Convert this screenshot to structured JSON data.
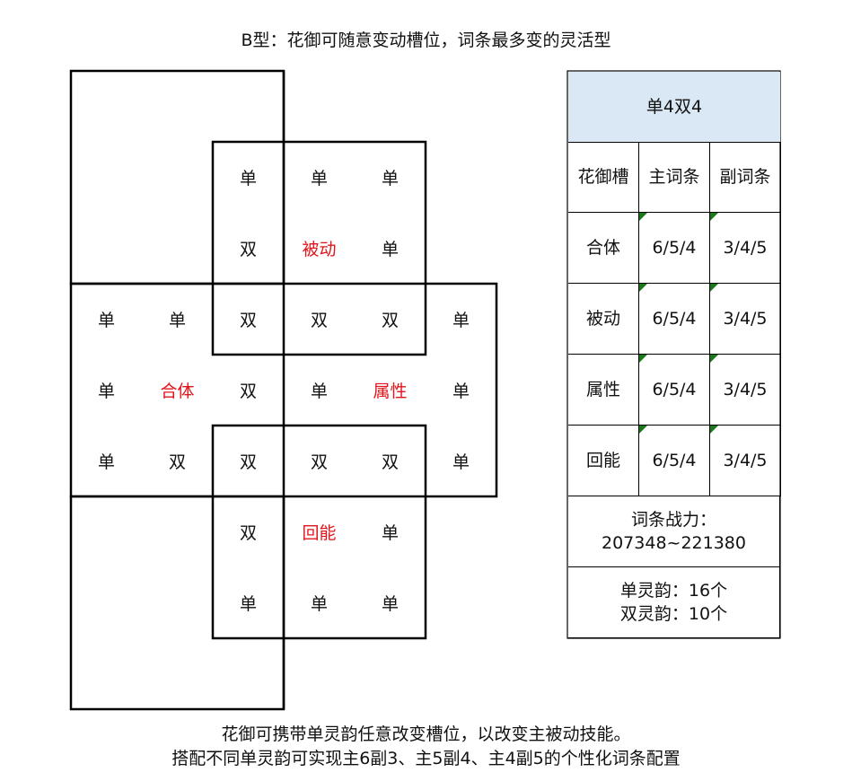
{
  "title": "B型：花御可随意变动槽位，词条最多变的灵活型",
  "grid": [
    {
      "label": "单",
      "col": 2,
      "row": 1
    },
    {
      "label": "单",
      "col": 3,
      "row": 1
    },
    {
      "label": "单",
      "col": 4,
      "row": 1
    },
    {
      "label": "双",
      "col": 2,
      "row": 2
    },
    {
      "label": "被动",
      "col": 3,
      "row": 2,
      "highlight": true
    },
    {
      "label": "单",
      "col": 4,
      "row": 2
    },
    {
      "label": "单",
      "col": 0,
      "row": 3
    },
    {
      "label": "单",
      "col": 1,
      "row": 3
    },
    {
      "label": "双",
      "col": 2,
      "row": 3
    },
    {
      "label": "双",
      "col": 3,
      "row": 3
    },
    {
      "label": "双",
      "col": 4,
      "row": 3
    },
    {
      "label": "单",
      "col": 5,
      "row": 3
    },
    {
      "label": "单",
      "col": 0,
      "row": 4
    },
    {
      "label": "合体",
      "col": 1,
      "row": 4,
      "highlight": true
    },
    {
      "label": "双",
      "col": 2,
      "row": 4
    },
    {
      "label": "单",
      "col": 3,
      "row": 4
    },
    {
      "label": "属性",
      "col": 4,
      "row": 4,
      "highlight": true
    },
    {
      "label": "单",
      "col": 5,
      "row": 4
    },
    {
      "label": "单",
      "col": 0,
      "row": 5
    },
    {
      "label": "双",
      "col": 1,
      "row": 5
    },
    {
      "label": "双",
      "col": 2,
      "row": 5
    },
    {
      "label": "双",
      "col": 3,
      "row": 5
    },
    {
      "label": "双",
      "col": 4,
      "row": 5
    },
    {
      "label": "单",
      "col": 5,
      "row": 5
    },
    {
      "label": "双",
      "col": 2,
      "row": 6
    },
    {
      "label": "回能",
      "col": 3,
      "row": 6,
      "highlight": true
    },
    {
      "label": "单",
      "col": 4,
      "row": 6
    },
    {
      "label": "单",
      "col": 2,
      "row": 7
    },
    {
      "label": "单",
      "col": 3,
      "row": 7
    },
    {
      "label": "单",
      "col": 4,
      "row": 7
    }
  ],
  "table": {
    "header": "单4双4",
    "columns": [
      "花御槽",
      "主词条",
      "副词条"
    ],
    "rows": [
      [
        "合体",
        "6/5/4",
        "3/4/5"
      ],
      [
        "被动",
        "6/5/4",
        "3/4/5"
      ],
      [
        "属性",
        "6/5/4",
        "3/4/5"
      ],
      [
        "回能",
        "6/5/4",
        "3/4/5"
      ]
    ],
    "power_label": "词条战力：",
    "power_value": "207348~221380",
    "single_count": "单灵韵：16个",
    "double_count": "双灵韵：10个"
  },
  "footer": {
    "line1": "花御可携带单灵韵任意改变槽位，以改变主被动技能。",
    "line2": "搭配不同单灵韵可实现主6副3、主5副4、主4副5的个性化词条配置"
  },
  "colors": {
    "highlight": "#e0151b",
    "header_bg": "#dae8f5",
    "marker": "#1a7a1a"
  }
}
